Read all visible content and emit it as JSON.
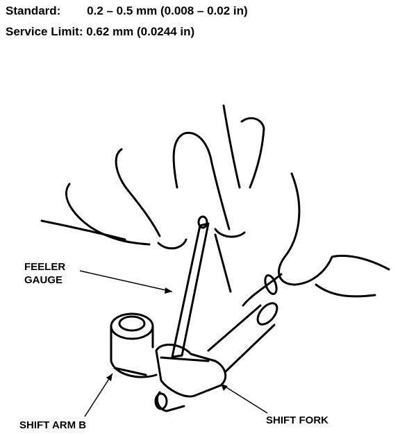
{
  "specs": {
    "standard_label": "Standard:",
    "standard_value": "0.2 – 0.5 mm (0.008 – 0.02 in)",
    "service_label": "Service Limit:",
    "service_value": "0.62 mm (0.0244 in)"
  },
  "callouts": {
    "feeler_line1": "FEELER",
    "feeler_line2": "GAUGE",
    "shift_arm": "SHIFT ARM B",
    "shift_fork": "SHIFT FORK"
  },
  "colors": {
    "ink": "#000000",
    "paper": "#ffffff"
  }
}
